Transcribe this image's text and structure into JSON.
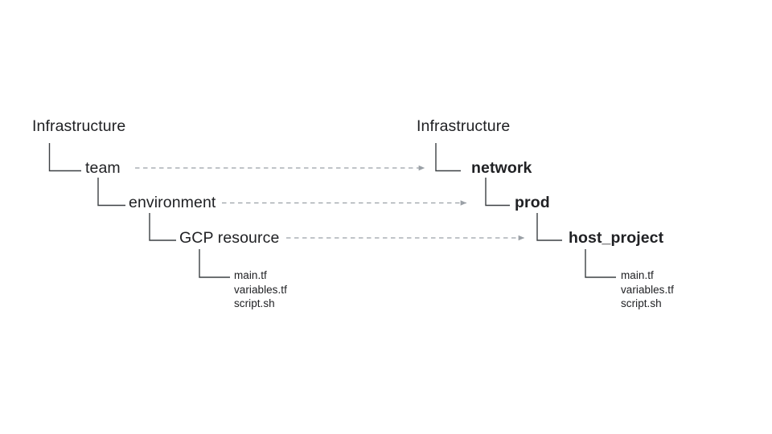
{
  "diagram": {
    "type": "tree-mapping-diagram",
    "background_color": "#ffffff",
    "text_color": "#202124",
    "line_color": "#3c4043",
    "arrow_color": "#9aa0a6",
    "left_tree": {
      "root": "Infrastructure",
      "levels": [
        {
          "label": "team"
        },
        {
          "label": "environment"
        },
        {
          "label": "GCP resource"
        }
      ],
      "files": [
        "main.tf",
        "variables.tf",
        "script.sh"
      ]
    },
    "right_tree": {
      "root": "Infrastructure",
      "levels": [
        {
          "label": "network"
        },
        {
          "label": "prod"
        },
        {
          "label": "host_project"
        }
      ],
      "files": [
        "main.tf",
        "variables.tf",
        "script.sh"
      ]
    },
    "mappings": [
      {
        "from": "team",
        "to": "network"
      },
      {
        "from": "environment",
        "to": "prod"
      },
      {
        "from": "GCP resource",
        "to": "host_project"
      }
    ]
  }
}
